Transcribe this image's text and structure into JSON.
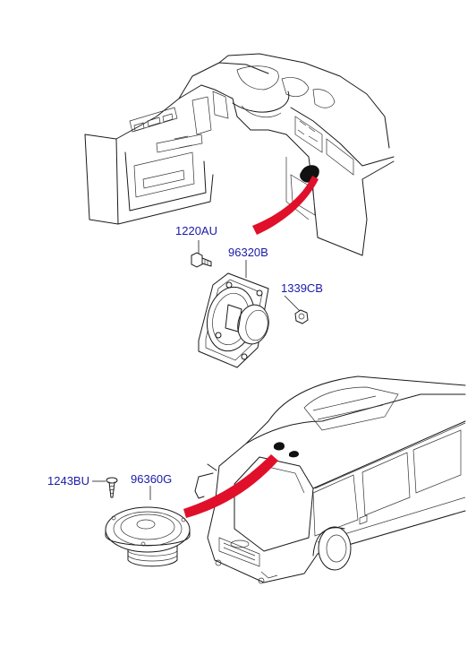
{
  "labels": {
    "bolt_upper": "1220AU",
    "speaker_upper": "96320B",
    "nut": "1339CB",
    "screw_lower": "1243BU",
    "speaker_lower": "96360G"
  },
  "colors": {
    "label": "#1a1aa8",
    "arrow": "#e0102a",
    "line": "#1a1a1a"
  }
}
